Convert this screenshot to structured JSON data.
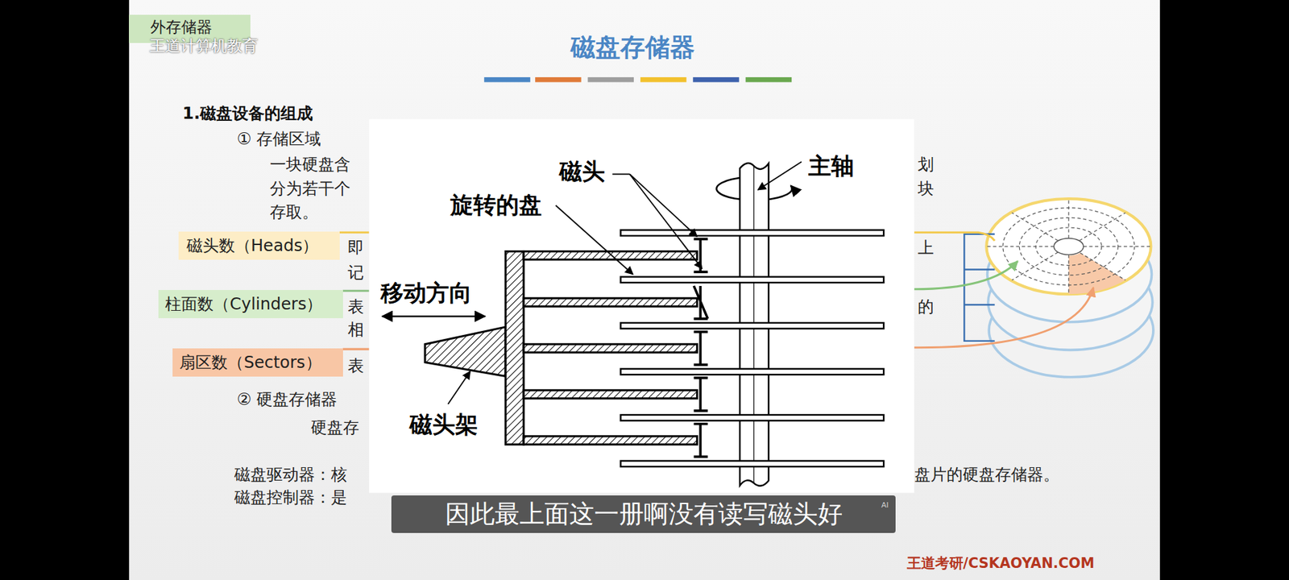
{
  "diagram": {
    "title": "磁盘存储器",
    "nodes": [
      {
        "text": [
          "外存储器"
        ]
      },
      {
        "text": [
          "磁头数（Heads）"
        ]
      },
      {
        "text": [
          "柱面数（Cylinders）"
        ]
      },
      {
        "text": [
          "扇区数（Sectors）"
        ]
      },
      {
        "text": [
          "因此最上面这一册啊没有读写磁头好"
        ]
      }
    ],
    "labels": [
      "王道计算机教育",
      "1.磁盘设备的组成",
      "① 存储区域",
      "一块硬盘含",
      "划",
      "分为若干个",
      "块",
      "存取。",
      "磁头",
      "主轴",
      "旋转的盘",
      "即",
      "上",
      "记",
      "移动方向",
      "表",
      "的",
      "相",
      "表",
      "② 硬盘存储器",
      "磁头架",
      "硬盘存",
      "磁盘驱动器：核",
      "盘片的硬盘存储器。",
      "磁盘控制器：是",
      "AI",
      "王道考研/CSKAOYAN.COM"
    ]
  }
}
